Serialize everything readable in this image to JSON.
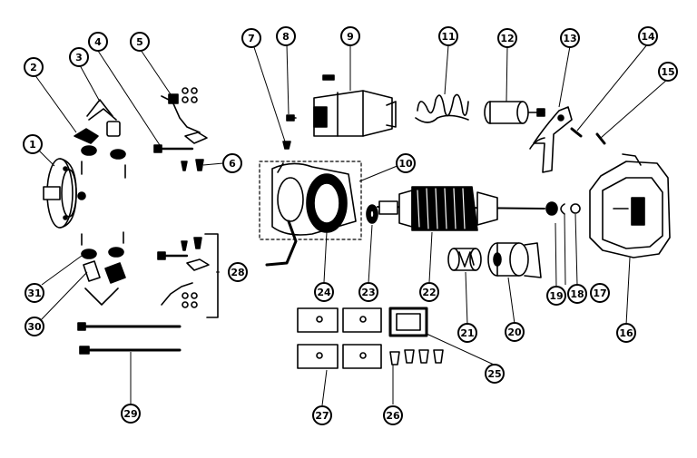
{
  "diagram": {
    "callouts": [
      {
        "id": "c1",
        "label": "1"
      },
      {
        "id": "c2",
        "label": "2"
      },
      {
        "id": "c3",
        "label": "3"
      },
      {
        "id": "c4",
        "label": "4"
      },
      {
        "id": "c5",
        "label": "5"
      },
      {
        "id": "c6",
        "label": "6"
      },
      {
        "id": "c7",
        "label": "7"
      },
      {
        "id": "c8",
        "label": "8"
      },
      {
        "id": "c9",
        "label": "9"
      },
      {
        "id": "c10",
        "label": "10"
      },
      {
        "id": "c11",
        "label": "11"
      },
      {
        "id": "c12",
        "label": "12"
      },
      {
        "id": "c13",
        "label": "13"
      },
      {
        "id": "c14",
        "label": "14"
      },
      {
        "id": "c15",
        "label": "15"
      },
      {
        "id": "c16",
        "label": "16"
      },
      {
        "id": "c17",
        "label": "17"
      },
      {
        "id": "c18",
        "label": "18"
      },
      {
        "id": "c19",
        "label": "19"
      },
      {
        "id": "c20",
        "label": "20"
      },
      {
        "id": "c21",
        "label": "21"
      },
      {
        "id": "c22",
        "label": "22"
      },
      {
        "id": "c23",
        "label": "23"
      },
      {
        "id": "c24",
        "label": "24"
      },
      {
        "id": "c25",
        "label": "25"
      },
      {
        "id": "c26",
        "label": "26"
      },
      {
        "id": "c27",
        "label": "27"
      },
      {
        "id": "c28",
        "label": "28"
      },
      {
        "id": "c29",
        "label": "29"
      },
      {
        "id": "c30",
        "label": "30"
      },
      {
        "id": "c31",
        "label": "31"
      }
    ]
  }
}
